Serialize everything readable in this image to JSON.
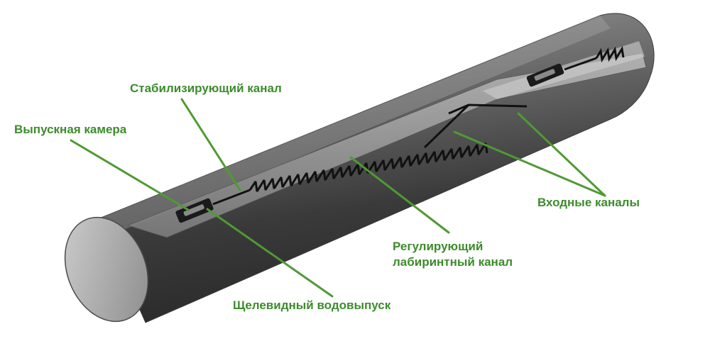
{
  "labels": {
    "stabilizing_channel": "Стабилизирующий канал",
    "outlet_chamber": "Выпускная камера",
    "inlet_channels": "Входные каналы",
    "labyrinth_line1": "Регулирующий",
    "labyrinth_line2": "лабиринтный канал",
    "slit_outlet": "Щелевидный водовыпуск"
  },
  "colors": {
    "label": "#3d8b2c",
    "leader": "#4f9a33",
    "tube_dark": "#2b2b2b",
    "tube_light": "#9a9a9a",
    "channel": "#111111"
  }
}
